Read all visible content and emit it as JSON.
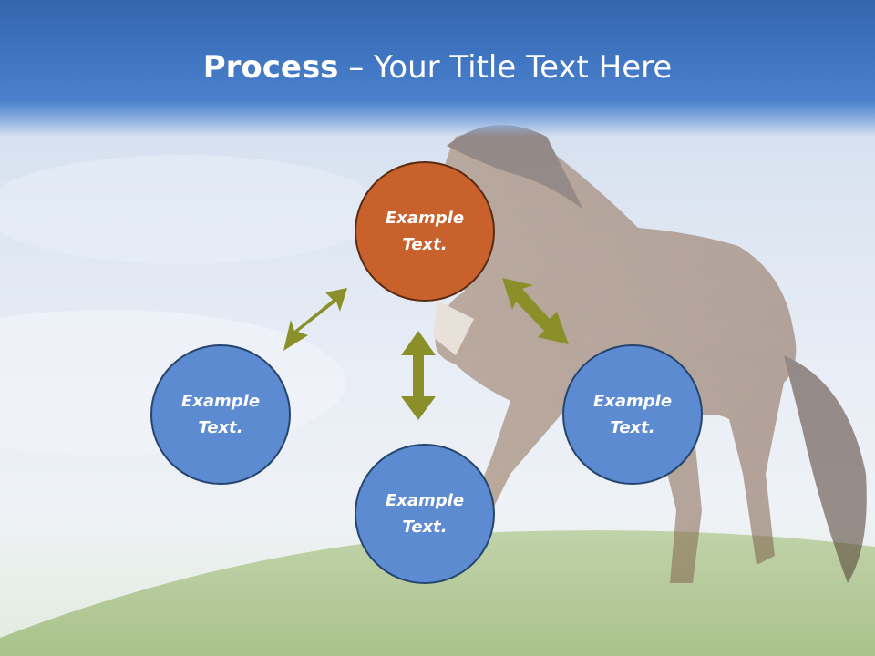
{
  "title": {
    "strong": "Process",
    "rest": " – Your Title Text Here"
  },
  "nodes": {
    "top": "Example Text.",
    "left": "Example Text.",
    "right": "Example Text.",
    "bottom": "Example Text."
  },
  "colors": {
    "title_band": "#3f74c1",
    "node_blue": "#5d8bd1",
    "node_orange": "#c8612c",
    "arrow": "#8a8f2a"
  },
  "background_image": "horse-on-grassy-hill"
}
